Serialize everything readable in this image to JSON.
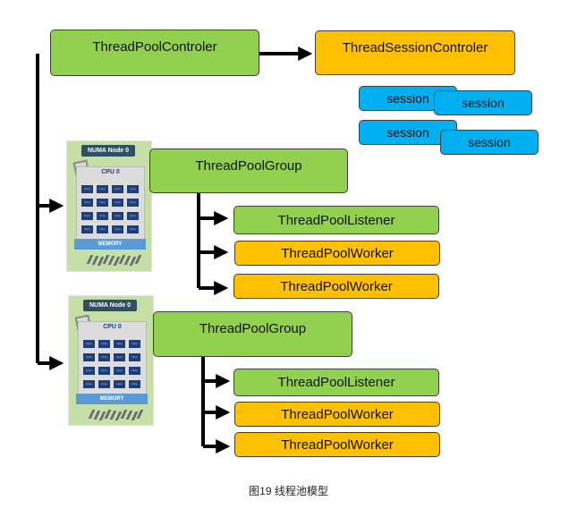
{
  "nodes": {
    "controller": "ThreadPoolControler",
    "session_controller": "ThreadSessionControler",
    "sessions": [
      "session",
      "session",
      "session",
      "session"
    ],
    "groups": [
      {
        "label": "ThreadPoolGroup",
        "listener": "ThreadPoolListener",
        "workers": [
          "ThreadPoolWorker",
          "ThreadPoolWorker"
        ]
      },
      {
        "label": "ThreadPoolGroup",
        "listener": "ThreadPoolListener",
        "workers": [
          "ThreadPoolWorker",
          "ThreadPoolWorker"
        ]
      }
    ]
  },
  "numa": {
    "node_label": "NUMA Node 0",
    "cpu_label": "CPU 0",
    "core_label": "Core",
    "memory_label": "MEMORY"
  },
  "colors": {
    "green": "#92d050",
    "orange": "#ffc000",
    "blue": "#00b0f0",
    "arrow": "#000000"
  },
  "caption": "图19 线程池模型"
}
